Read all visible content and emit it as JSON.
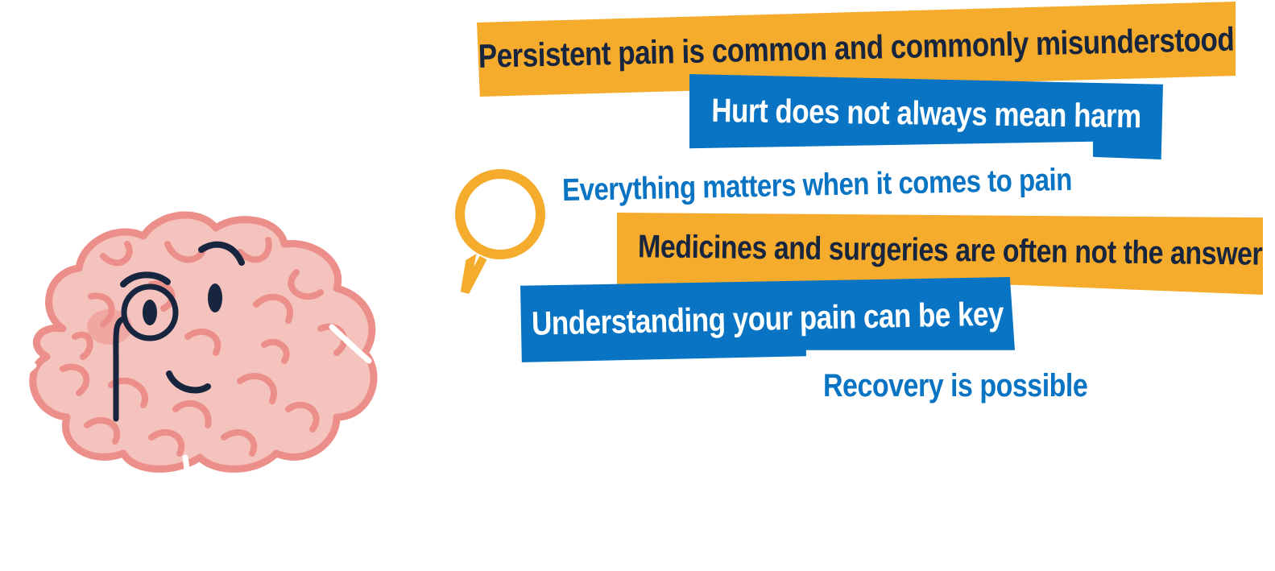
{
  "colors": {
    "orange": "#f5ab2c",
    "blue": "#0874c3",
    "navy": "#17253f",
    "brain_fill": "#f5c3bd",
    "brain_outline": "#ec8f8a",
    "white": "#ffffff"
  },
  "illustrations": {
    "brain": "brain-with-monocle-icon",
    "magnifier": "magnifying-glass-icon"
  },
  "messages": [
    {
      "text": "Persistent pain is common and commonly misunderstood",
      "style": "orange-banner"
    },
    {
      "text": "Hurt does not always mean harm",
      "style": "blue-banner"
    },
    {
      "text": "Everything matters when it comes to pain",
      "style": "blue-text"
    },
    {
      "text": "Medicines and surgeries are often not the answer",
      "style": "orange-banner"
    },
    {
      "text": "Understanding your pain can be key",
      "style": "blue-banner"
    },
    {
      "text": "Recovery is possible",
      "style": "blue-text"
    }
  ]
}
